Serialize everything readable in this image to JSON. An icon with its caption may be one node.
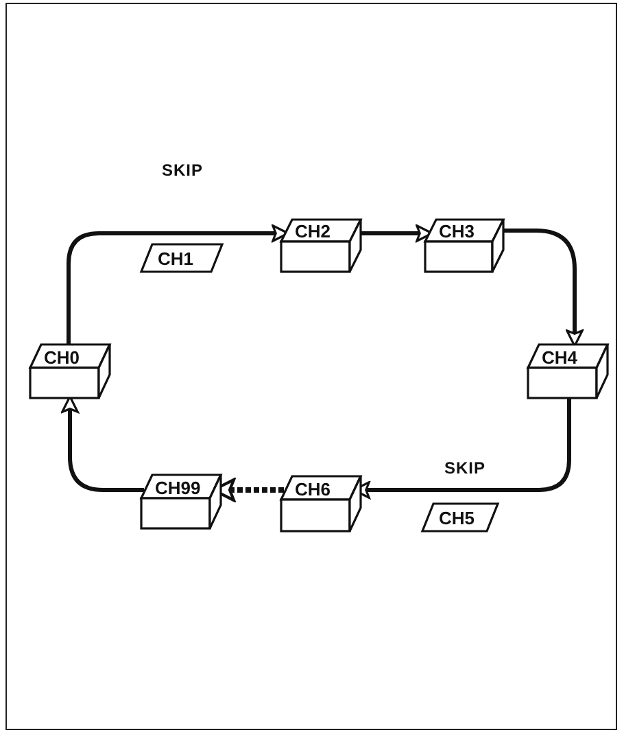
{
  "diagram": {
    "nodes": [
      {
        "text": [
          "CH0"
        ]
      },
      {
        "text": [
          "CH1"
        ]
      },
      {
        "text": [
          "CH2"
        ]
      },
      {
        "text": [
          "CH3"
        ]
      },
      {
        "text": [
          "CH4"
        ]
      },
      {
        "text": [
          "CH5"
        ]
      },
      {
        "text": [
          "CH6"
        ]
      },
      {
        "text": [
          "CH99"
        ]
      }
    ],
    "edges": [
      {
        "from": 0,
        "to": 2,
        "arrow": "to",
        "label": "SKIP"
      },
      {
        "from": 2,
        "to": 3,
        "arrow": "to"
      },
      {
        "from": 3,
        "to": 4,
        "arrow": "to"
      },
      {
        "from": 4,
        "to": 6,
        "arrow": "to",
        "label": "SKIP"
      },
      {
        "from": 6,
        "to": 7,
        "arrow": "to",
        "style": "dashed"
      },
      {
        "from": 7,
        "to": 0,
        "arrow": "to"
      }
    ]
  }
}
